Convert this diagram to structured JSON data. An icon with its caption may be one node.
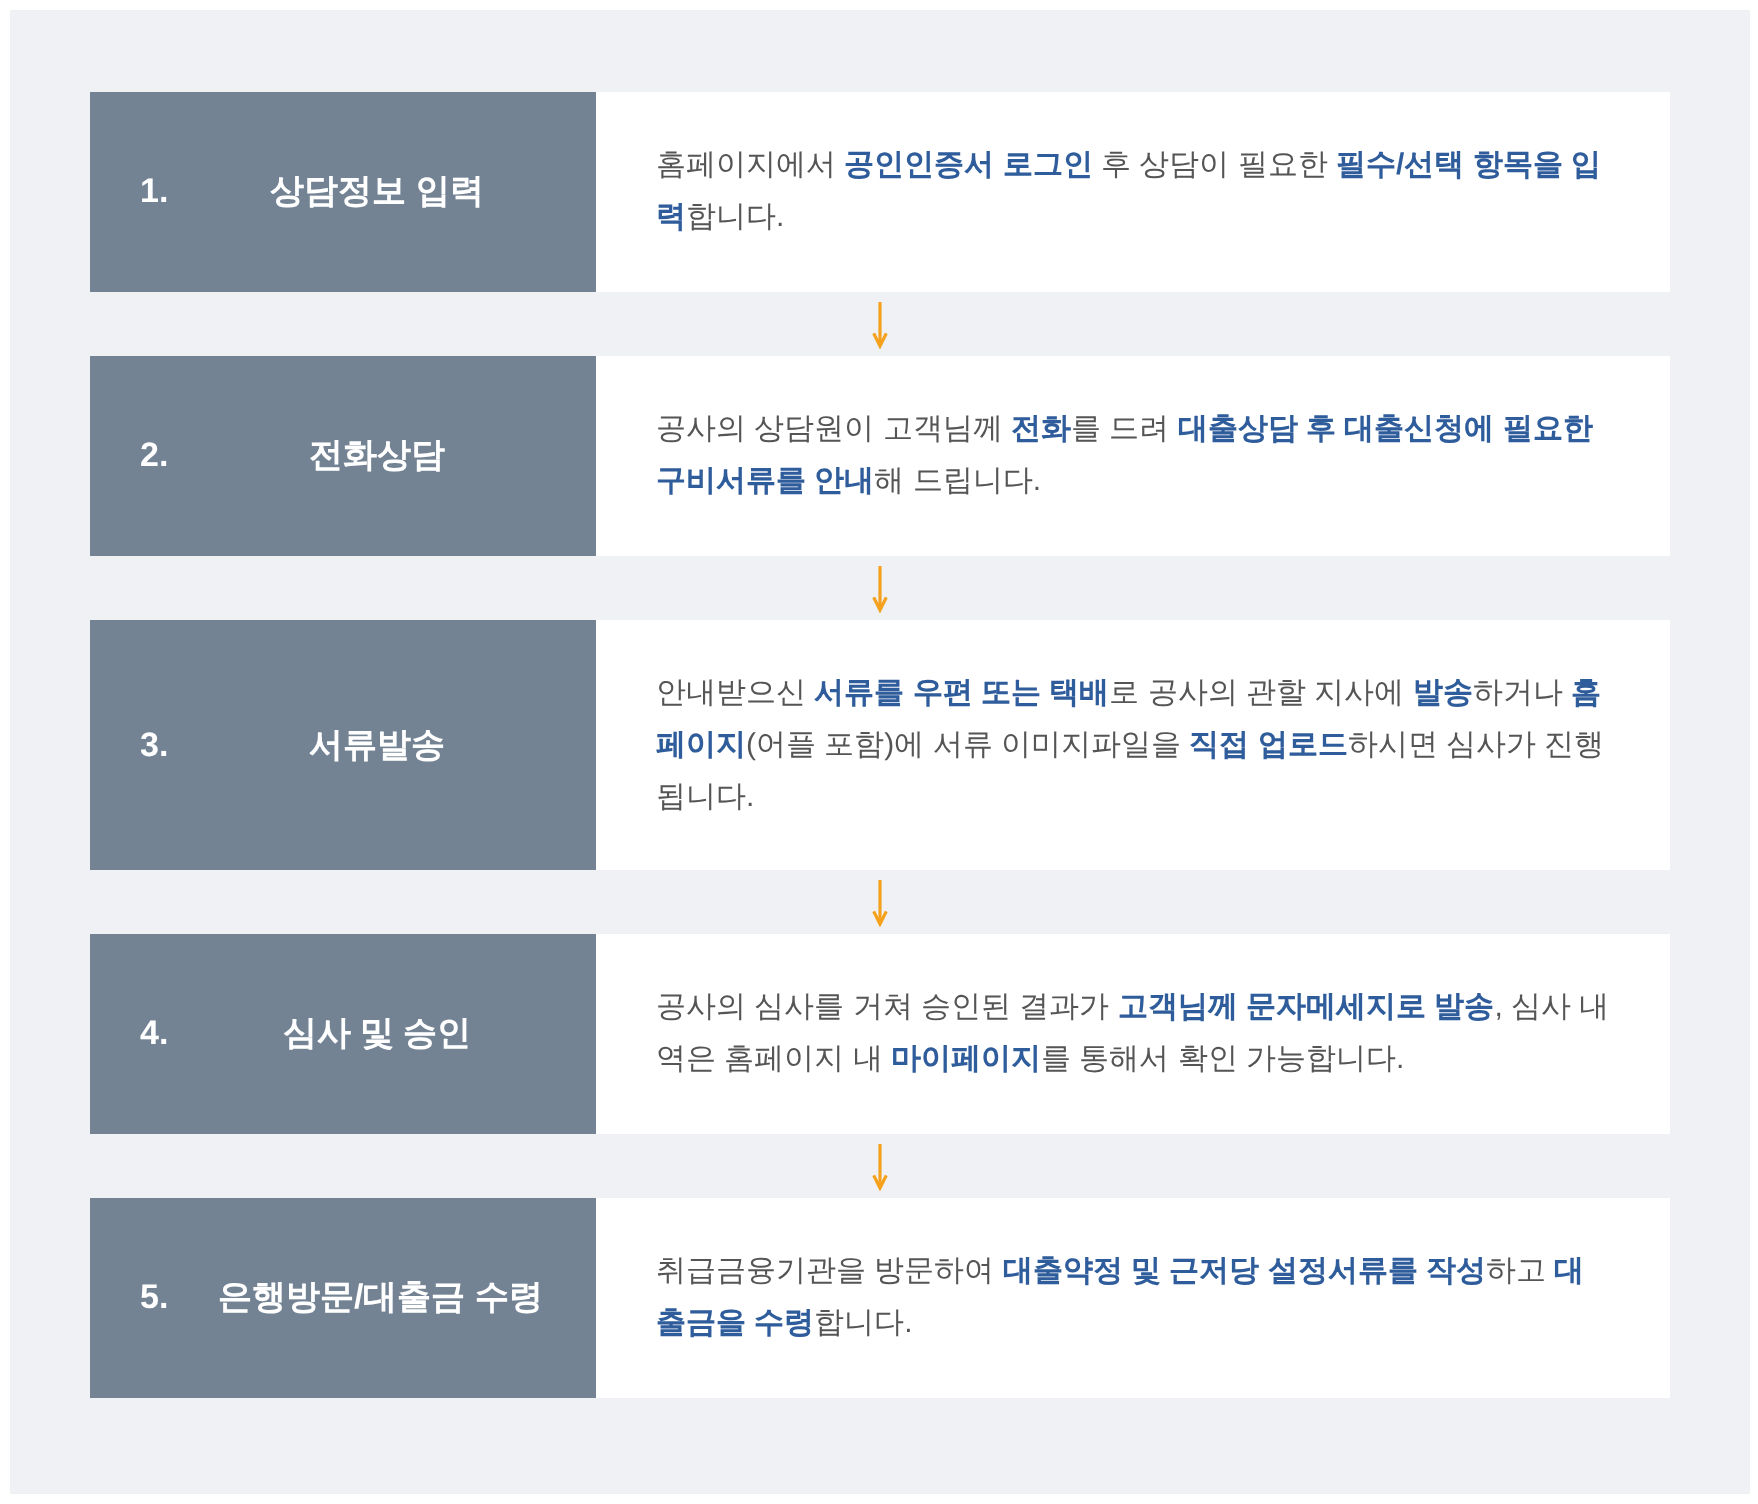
{
  "diagram": {
    "nodes": [
      {
        "text": [
          "1.",
          "상담정보 입력"
        ]
      },
      {
        "text": [
          "홈페이지에서 **공인인증서 로그인** 후 상담이 필요한 **필수/선택 항목을 입력**합니다."
        ]
      },
      {
        "text": [
          "2.",
          "전화상담"
        ]
      },
      {
        "text": [
          "공사의 상담원이 고객님께 **전화**를 드려 **대출상담 후 대출신청에 필요한 구비서류를 안내**해 드립니다."
        ]
      },
      {
        "text": [
          "3.",
          "서류발송"
        ]
      },
      {
        "text": [
          "안내받으신 **서류를 우편 또는 택배**로 공사의 관할 지사에 **발송**하거나 **홈페이지**(어플 포함)에 서류 이미지파일을 **직접 업로드**하시면 심사가 진행됩니다."
        ]
      },
      {
        "text": [
          "4.",
          "심사 및 승인"
        ]
      },
      {
        "text": [
          "공사의 심사를 거쳐 승인된 결과가 **고객님께 문자메세지로 발송**, 심사 내역은 홈페이지 내 **마이페이지**를 통해서 확인 가능합니다."
        ]
      },
      {
        "text": [
          "5.",
          "은행방문/대출금 수령"
        ]
      },
      {
        "text": [
          "취급금융기관을 방문하여 **대출약정 및 근저당 설정서류를 작성**하고 **대출금을 수령**합니다."
        ]
      }
    ],
    "edges": [
      {
        "from": 1,
        "to": 3,
        "arrow": "to"
      },
      {
        "from": 3,
        "to": 5,
        "arrow": "to"
      },
      {
        "from": 5,
        "to": 7,
        "arrow": "to"
      },
      {
        "from": 7,
        "to": 9,
        "arrow": "to"
      }
    ]
  }
}
